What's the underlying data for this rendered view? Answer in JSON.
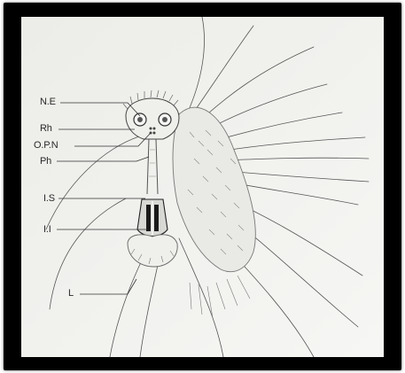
{
  "figure": {
    "labels": {
      "ne": "N.E",
      "rh": "Rh",
      "opn": "O.P.N",
      "ph": "Ph",
      "is": "I.S",
      "ii": "I.I",
      "l": "L"
    }
  }
}
